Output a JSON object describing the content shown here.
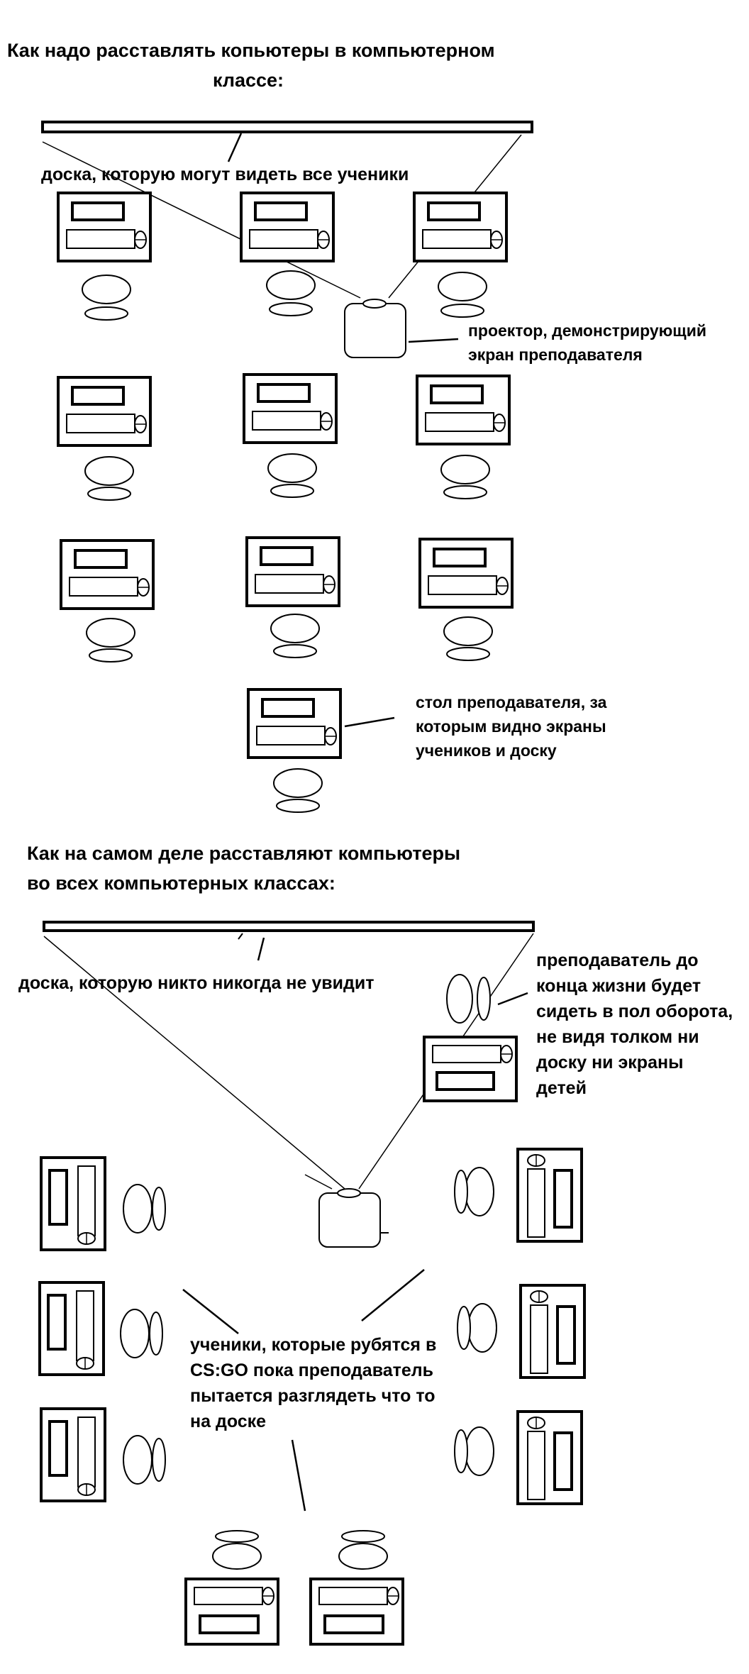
{
  "section_ideal": {
    "heading_lines": [
      "Как надо расставлять копьютеры в компьютерном",
      "классе:"
    ],
    "board_label": "доска, которую могут видеть все ученики",
    "projector_label_lines": [
      "проектор, демонстрирующий",
      "экран преподавателя"
    ],
    "teacher_desk_label_lines": [
      "стол преподавателя, за",
      "которым видно экраны",
      "учеников и доску"
    ]
  },
  "section_reality": {
    "heading_lines": [
      "Как на самом деле расставляют компьютеры",
      "во всех компьютерных классах:"
    ],
    "board_label": "доска, которую никто никогда не увидит",
    "teacher_label_lines": [
      "преподаватель до",
      "конца жизни будет",
      "сидеть в пол оборота,",
      "не видя толком ни",
      "доску ни экраны",
      "детей"
    ],
    "students_label_lines": [
      "ученики, которые рубятся в",
      "CS:GO пока преподаватель",
      "пытается разглядеть что то",
      "на доске"
    ]
  },
  "colors": {
    "ink": "#000000",
    "background": "#ffffff"
  },
  "icons": [
    "whiteboard-icon",
    "computer-desk-icon",
    "chair-icon",
    "projector-icon",
    "mouse-icon"
  ]
}
